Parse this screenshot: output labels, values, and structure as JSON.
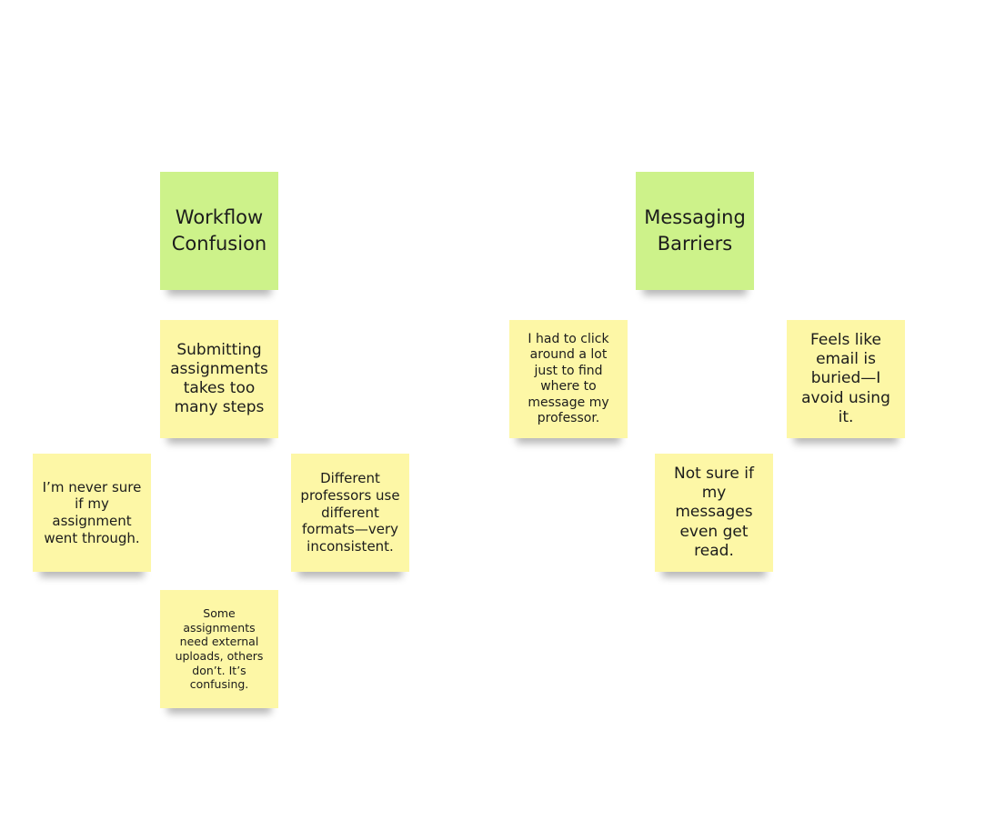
{
  "colors": {
    "header_note": "#cdf28a",
    "sticky_note": "#fdf7a6",
    "board": "#ffffff"
  },
  "clusters": {
    "workflow": {
      "header": "Workflow Confusion",
      "notes": [
        "Submitting assignments takes too many steps",
        "I’m never sure if my assignment went through.",
        "Different professors use different formats—very inconsistent.",
        "Some assignments need external uploads, others don’t. It’s confusing."
      ]
    },
    "messaging": {
      "header": "Messaging Barriers",
      "notes": [
        "I had to click around a lot just to find where to message my professor.",
        "Feels like email is buried—I avoid using it.",
        "Not sure if my messages even get read."
      ]
    }
  }
}
